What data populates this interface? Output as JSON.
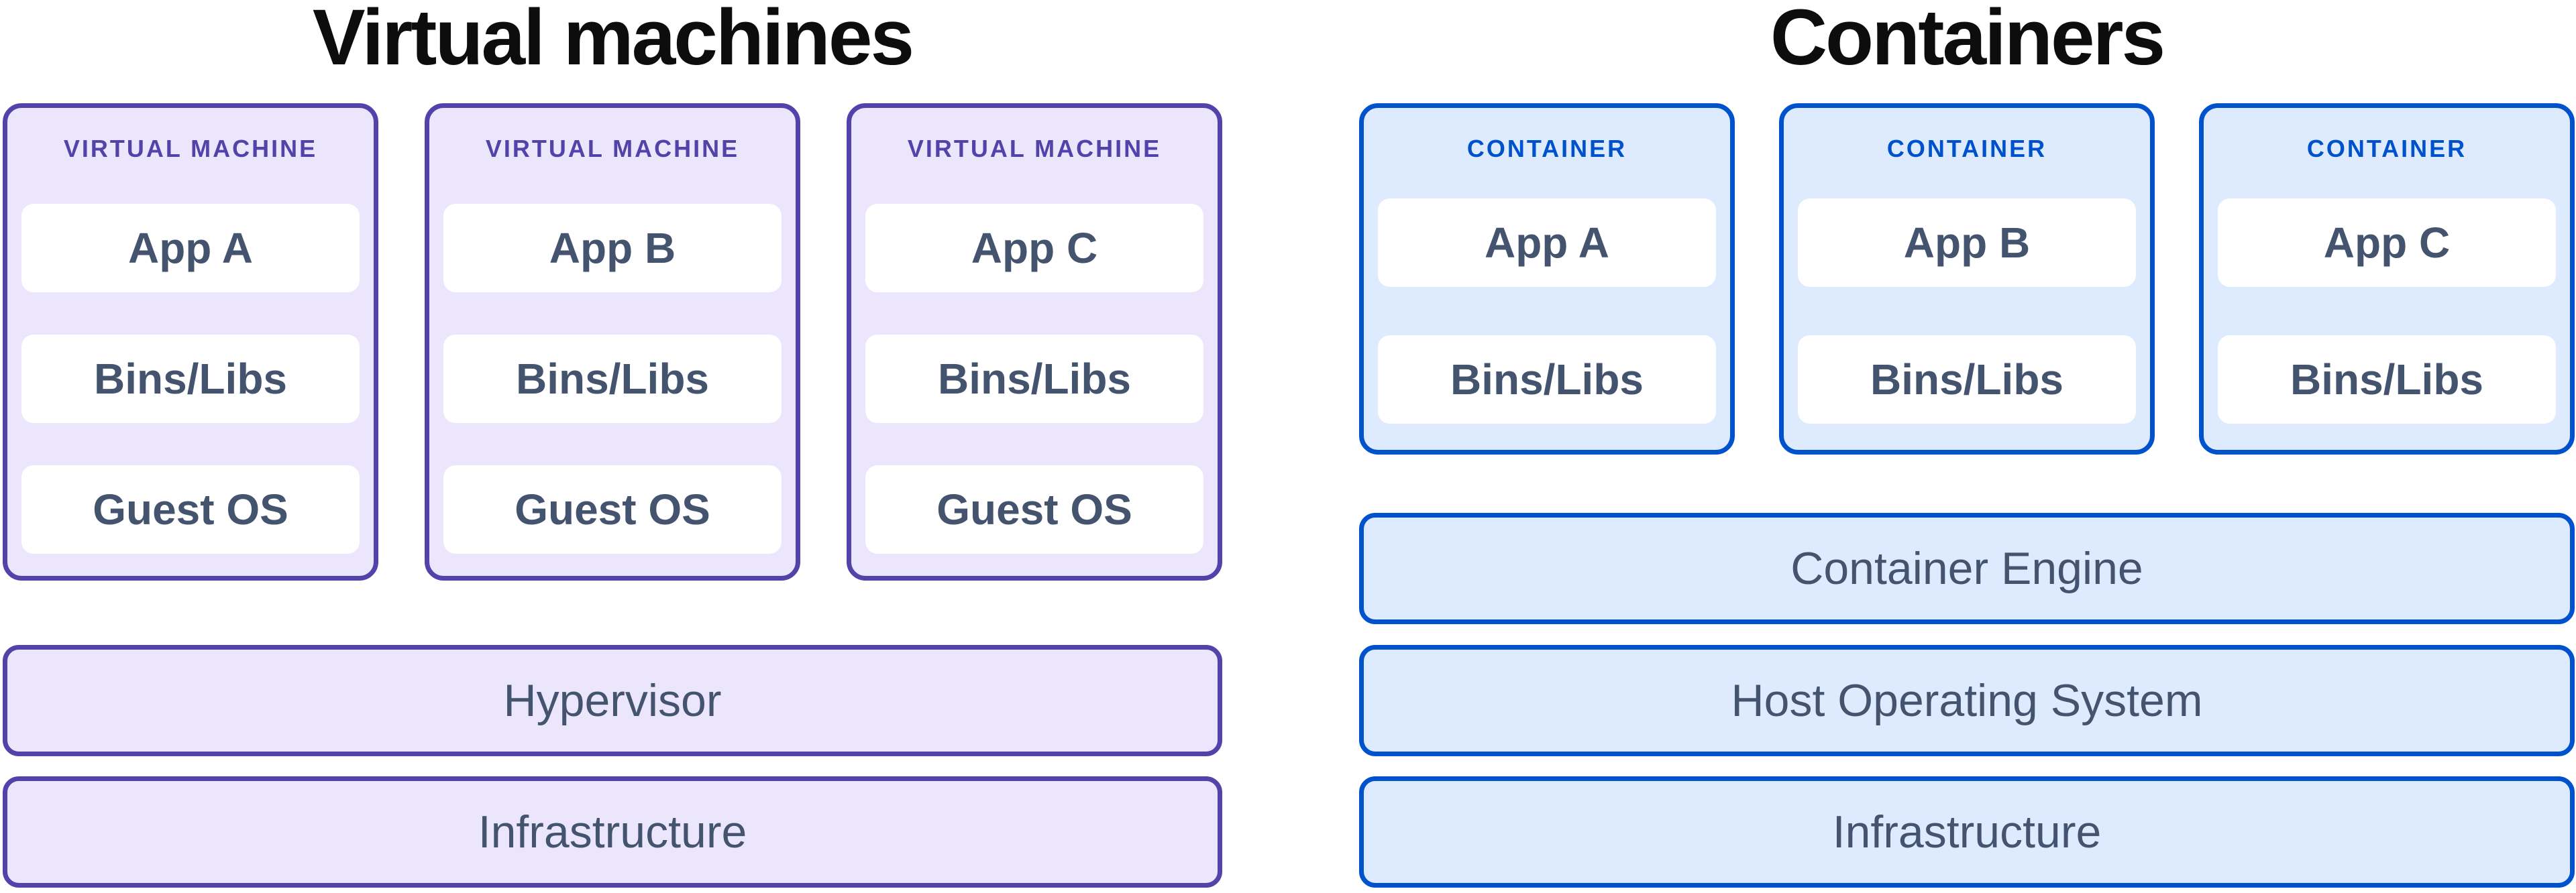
{
  "titles": {
    "vm": "Virtual machines",
    "containers": "Containers"
  },
  "vm": {
    "cards": [
      {
        "header": "VIRTUAL MACHINE",
        "boxes": [
          "App A",
          "Bins/Libs",
          "Guest OS"
        ]
      },
      {
        "header": "VIRTUAL MACHINE",
        "boxes": [
          "App B",
          "Bins/Libs",
          "Guest OS"
        ]
      },
      {
        "header": "VIRTUAL MACHINE",
        "boxes": [
          "App C",
          "Bins/Libs",
          "Guest OS"
        ]
      }
    ],
    "bars": [
      "Hypervisor",
      "Infrastructure"
    ]
  },
  "containers": {
    "cards": [
      {
        "header": "CONTAINER",
        "boxes": [
          "App A",
          "Bins/Libs"
        ]
      },
      {
        "header": "CONTAINER",
        "boxes": [
          "App B",
          "Bins/Libs"
        ]
      },
      {
        "header": "CONTAINER",
        "boxes": [
          "App C",
          "Bins/Libs"
        ]
      }
    ],
    "bars": [
      "Container Engine",
      "Host Operating System",
      "Infrastructure"
    ]
  },
  "colors": {
    "title_text": "#0D0D0E",
    "vm_accent": "#5243AA",
    "vm_fill": "#EBE6FB",
    "container_accent": "#0052CC",
    "container_fill": "#DEEBFF",
    "label_text": "#44546F",
    "box_fill": "#FFFFFF",
    "background": "#FFFFFF"
  }
}
